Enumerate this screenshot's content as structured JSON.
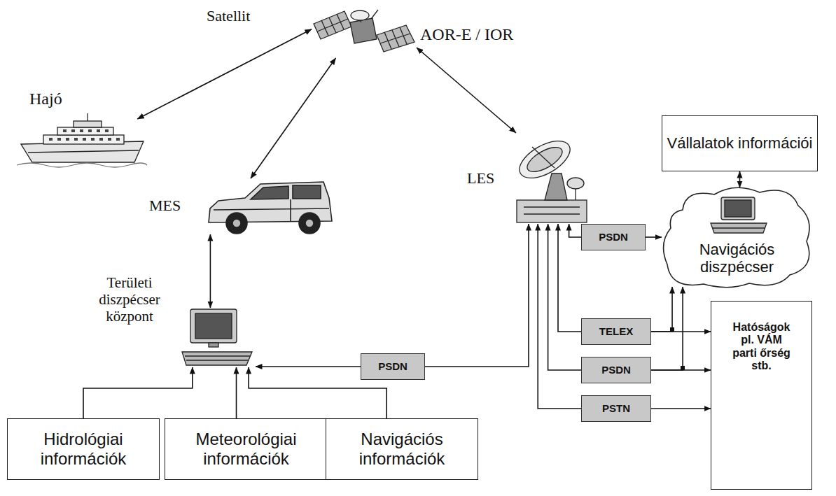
{
  "diagram": {
    "nodes": [
      {
        "text": [
          "Satellit"
        ]
      },
      {
        "text": [
          "Hajó"
        ]
      },
      {
        "text": [
          "Vállalatok információi"
        ]
      },
      {
        "text": [
          "MES"
        ]
      },
      {
        "text": [
          "LES"
        ]
      },
      {
        "text": [
          "PSDN"
        ]
      },
      {
        "text": [
          "Navigációs diszpécser"
        ]
      },
      {
        "text": [
          "Területi diszpécser központ"
        ]
      },
      {
        "text": [
          "PSDN"
        ]
      },
      {
        "text": [
          "TELEX"
        ]
      },
      {
        "text": [
          "PSDN"
        ]
      },
      {
        "text": [
          "PSTN"
        ]
      },
      {
        "text": [
          "Hatóságok pl. VÁM parti őrség stb."
        ]
      },
      {
        "text": [
          "Hidrológiai információk"
        ]
      },
      {
        "text": [
          "Meteorológiai információk"
        ]
      },
      {
        "text": [
          "Navigációs információk"
        ]
      }
    ],
    "edges": [
      {
        "from": 0,
        "to": 1,
        "arrow": "both"
      },
      {
        "from": 0,
        "to": 3,
        "arrow": "both"
      },
      {
        "from": 0,
        "to": 4,
        "arrow": "both"
      },
      {
        "from": 3,
        "to": 7,
        "arrow": "both"
      },
      {
        "from": 13,
        "to": 7,
        "arrow": "to"
      },
      {
        "from": 14,
        "to": 7,
        "arrow": "to"
      },
      {
        "from": 15,
        "to": 7,
        "arrow": "to"
      },
      {
        "from": 8,
        "to": 7,
        "arrow": "to"
      },
      {
        "from": 8,
        "to": 4,
        "arrow": "to"
      },
      {
        "from": 5,
        "to": 4,
        "arrow": "to"
      },
      {
        "from": 9,
        "to": 4,
        "arrow": "to"
      },
      {
        "from": 10,
        "to": 4,
        "arrow": "to"
      },
      {
        "from": 11,
        "to": 4,
        "arrow": "to"
      },
      {
        "from": 9,
        "to": 12,
        "arrow": "to"
      },
      {
        "from": 10,
        "to": 12,
        "arrow": "to"
      },
      {
        "from": 11,
        "to": 12,
        "arrow": "to"
      },
      {
        "from": 9,
        "to": 6,
        "arrow": "to"
      },
      {
        "from": 10,
        "to": 6,
        "arrow": "to"
      },
      {
        "from": 5,
        "to": 6,
        "arrow": "to"
      },
      {
        "from": 2,
        "to": 6,
        "arrow": "both"
      }
    ],
    "labels": [
      "AOR-E / IOR"
    ]
  }
}
